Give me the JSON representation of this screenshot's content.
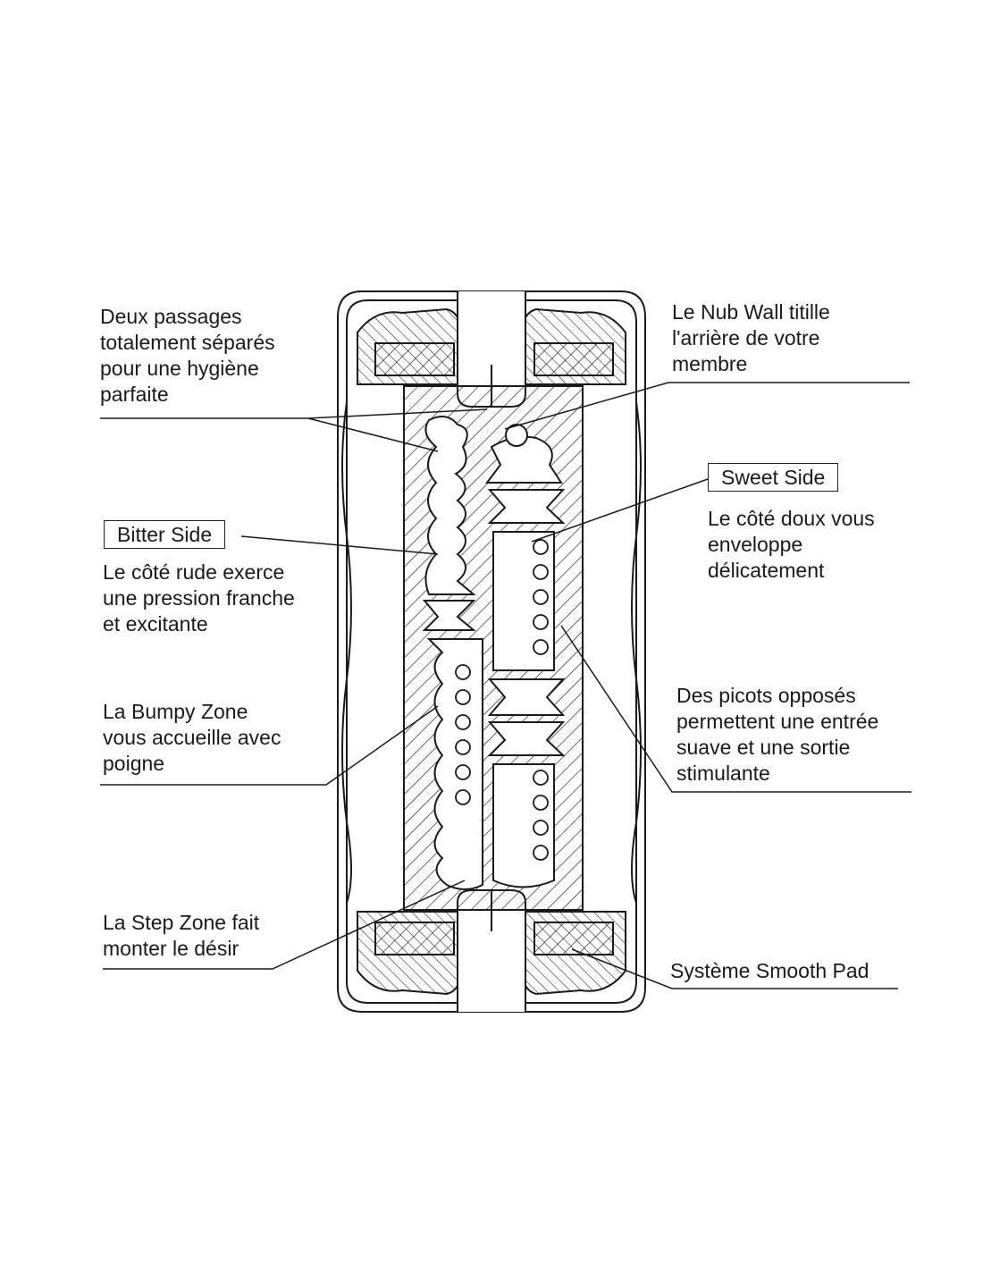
{
  "labels": {
    "deux_passages": [
      "Deux passages",
      "totalement séparés",
      "pour une hygiène",
      "parfaite"
    ],
    "nub_wall": [
      "Le Nub Wall titille",
      "l'arrière de votre",
      "membre"
    ],
    "sweet_side_title": "Sweet Side",
    "sweet_side_desc": [
      "Le côté doux vous",
      "enveloppe",
      "délicatement"
    ],
    "bitter_side_title": "Bitter Side",
    "bitter_side_desc": [
      "Le côté rude exerce",
      "une pression franche",
      "et excitante"
    ],
    "bumpy_zone": [
      "La Bumpy Zone",
      "vous accueille avec",
      "poigne"
    ],
    "picots": [
      "Des picots opposés",
      "permettent une entrée",
      "suave et une sortie",
      "stimulante"
    ],
    "step_zone": [
      "La Step Zone fait",
      "monter le désir"
    ],
    "smooth_pad": [
      "Système Smooth Pad"
    ]
  },
  "colors": {
    "line": "#1a1a1a",
    "background": "#ffffff"
  }
}
